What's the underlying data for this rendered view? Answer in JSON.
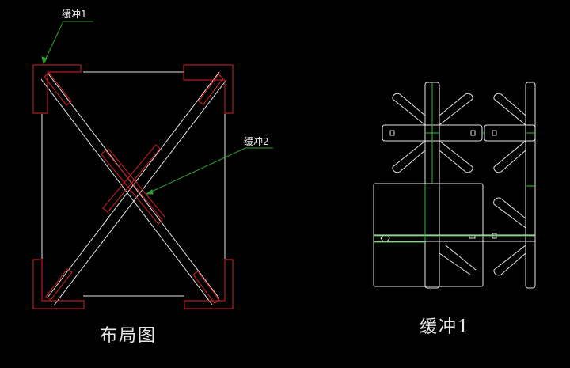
{
  "labels": {
    "callout_buffer1": "缓冲1",
    "callout_buffer2": "缓冲2",
    "caption_layout": "布局图",
    "caption_buffer1": "缓冲1"
  },
  "colors": {
    "background": "#000000",
    "geometry": "#e6e6e6",
    "buffer": "#b41e1e",
    "leader": "#2fa02f",
    "centerline": "#2fbf2f"
  }
}
